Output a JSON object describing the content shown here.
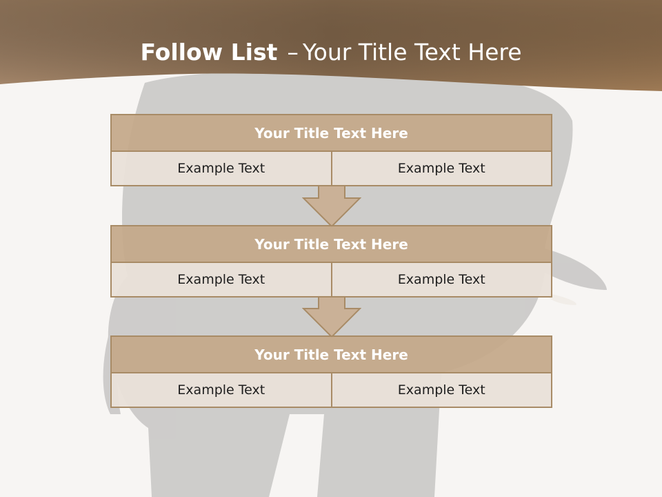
{
  "header": {
    "title_bold": "Follow List",
    "title_dash": "–",
    "title_rest": "Your Title Text Here"
  },
  "blocks": [
    {
      "title": "Your Title Text Here",
      "cells": [
        "Example Text",
        "Example Text"
      ]
    },
    {
      "title": "Your Title Text Here",
      "cells": [
        "Example Text",
        "Example Text"
      ]
    },
    {
      "title": "Your Title Text Here",
      "cells": [
        "Example Text",
        "Example Text"
      ]
    }
  ],
  "colors": {
    "header_band_dark": "#7a6045",
    "header_band_light": "#b28c66",
    "block_header": "#c4a889",
    "block_cell": "#e9e0d8",
    "border": "#a88b66",
    "arrow": "#c9ad90"
  },
  "icons": [
    "down-arrow-icon",
    "elephant-illustration"
  ]
}
